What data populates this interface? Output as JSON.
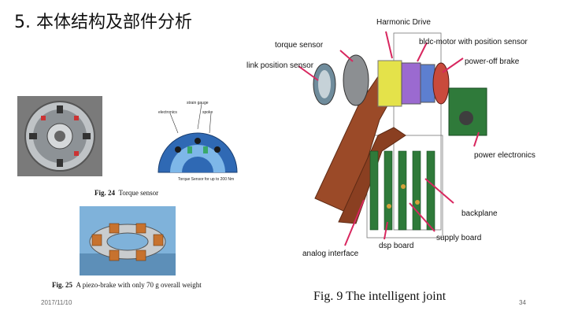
{
  "slide": {
    "title": "5. 本体结构及部件分析",
    "date": "2017/11/10",
    "page_number": "34"
  },
  "fig24": {
    "number": "Fig. 24",
    "caption": "Torque sensor",
    "labels": {
      "strain_gauge": "strain gauge",
      "electronics": "electronics",
      "spoke": "spoke",
      "note": "Torque Sensor for up to 200 Nm"
    }
  },
  "fig25": {
    "number": "Fig. 25",
    "caption": "A piezo-brake with only 70 g overall weight"
  },
  "fig9": {
    "caption": "Fig. 9   The intelligent joint",
    "labels": {
      "harmonic_drive": "Harmonic Drive",
      "torque_sensor": "torque sensor",
      "bldc_motor": "bldc-motor with position sensor",
      "link_position_sensor": "link position sensor",
      "power_off_brake": "power-off brake",
      "power_electronics": "power electronics",
      "backplane": "backplane",
      "supply_board": "supply board",
      "dsp_board": "dsp board",
      "analog_interface": "analog interface"
    }
  },
  "colors": {
    "arrow": "#d8275f",
    "joint_body": "#9b4a28",
    "board_green": "#2f7a3a",
    "sensor_blue": "#1f5fa6"
  }
}
